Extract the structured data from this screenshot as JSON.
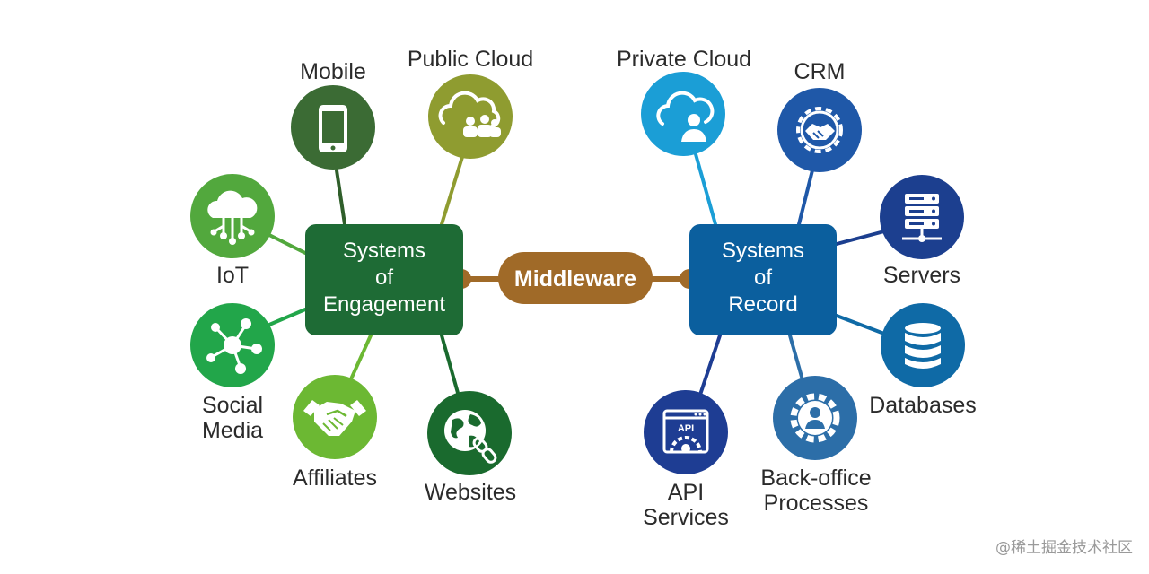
{
  "hubs": {
    "engagement": {
      "line1": "Systems",
      "line2": "of",
      "line3": "Engagement",
      "color": "#1e6b35"
    },
    "record": {
      "line1": "Systems",
      "line2": "of",
      "line3": "Record",
      "color": "#0b5f9e"
    }
  },
  "middleware": {
    "label": "Middleware",
    "color": "#a06a28"
  },
  "nodes": {
    "mobile": {
      "label": "Mobile",
      "icon": "smartphone-icon",
      "color": "#3b6b34"
    },
    "public_cloud": {
      "label": "Public Cloud",
      "icon": "cloud-users-icon",
      "color": "#8f9c30"
    },
    "iot": {
      "label": "IoT",
      "icon": "cloud-network-icon",
      "color": "#52a83d"
    },
    "social_media": {
      "line1": "Social",
      "line2": "Media",
      "icon": "social-network-icon",
      "color": "#22a64a"
    },
    "affiliates": {
      "label": "Affiliates",
      "icon": "handshake-icon",
      "color": "#6cb833"
    },
    "websites": {
      "label": "Websites",
      "icon": "globe-link-icon",
      "color": "#1a6a2e"
    },
    "private_cloud": {
      "label": "Private Cloud",
      "icon": "cloud-user-icon",
      "color": "#1b9ed6"
    },
    "crm": {
      "label": "CRM",
      "icon": "gear-handshake-icon",
      "color": "#1f58a8"
    },
    "servers": {
      "label": "Servers",
      "icon": "server-rack-icon",
      "color": "#1c3f8f"
    },
    "databases": {
      "label": "Databases",
      "icon": "database-icon",
      "color": "#0f6aa6"
    },
    "api_services": {
      "line1": "API",
      "line2": "Services",
      "icon": "api-gear-icon",
      "color": "#1e3d93",
      "badge": "API"
    },
    "back_office": {
      "line1": "Back-office",
      "line2": "Processes",
      "icon": "gear-person-icon",
      "color": "#2c6ea8"
    }
  },
  "watermark": "@稀土掘金技术社区"
}
